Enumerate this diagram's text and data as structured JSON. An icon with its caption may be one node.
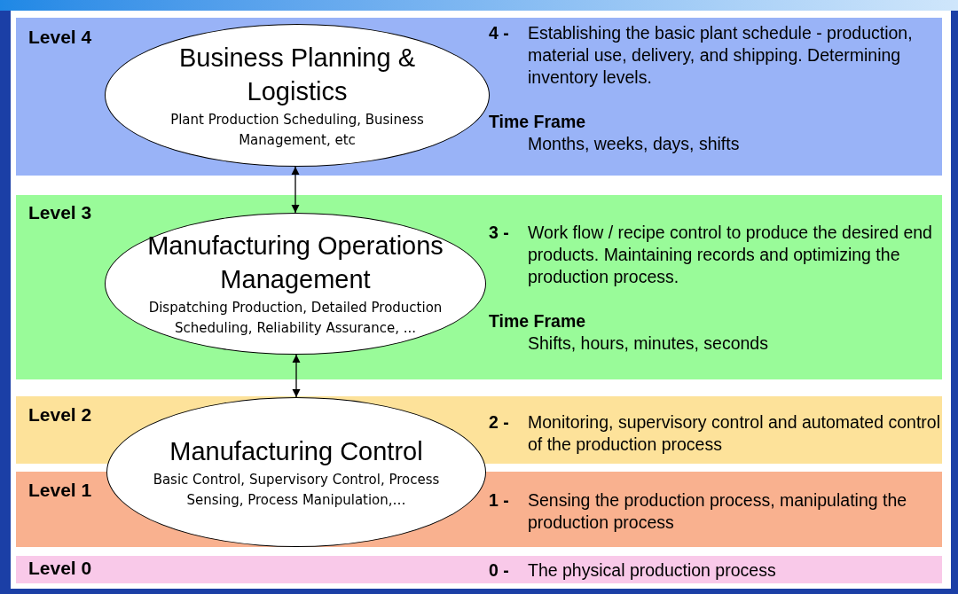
{
  "diagram": {
    "nodes": [
      {
        "text": [
          "Level 4",
          "4 -",
          "Establishing the basic plant schedule - production, material use, delivery, and shipping. Determining inventory levels.",
          "Time Frame",
          "Months, weeks, days, shifts"
        ]
      },
      {
        "text": [
          "Business Planning & Logistics",
          "Plant Production Scheduling, Business Management, etc"
        ],
        "in": 0
      },
      {
        "text": [
          "Level 3",
          "3 -",
          "Work flow / recipe control to produce the desired end products. Maintaining records and optimizing the production process.",
          "Time Frame",
          "Shifts, hours, minutes, seconds"
        ]
      },
      {
        "text": [
          "Manufacturing Operations Management",
          "Dispatching Production, Detailed Production Scheduling, Reliability Assurance, ..."
        ],
        "in": 2
      },
      {
        "text": [
          "Level 2",
          "2 -",
          "Monitoring, supervisory control and automated control of the production process"
        ]
      },
      {
        "text": [
          "Level 1",
          "1 -",
          "Sensing the production process, manipulating the production process"
        ]
      },
      {
        "text": [
          "Manufacturing Control",
          "Basic Control, Supervisory Control, Process Sensing, Process Manipulation,…"
        ]
      },
      {
        "text": [
          "Level 0",
          "0 -",
          "The physical production process"
        ]
      }
    ],
    "edges": [
      {
        "from": 1,
        "to": 3,
        "arrow": "both"
      },
      {
        "from": 3,
        "to": 6,
        "arrow": "both"
      }
    ]
  }
}
